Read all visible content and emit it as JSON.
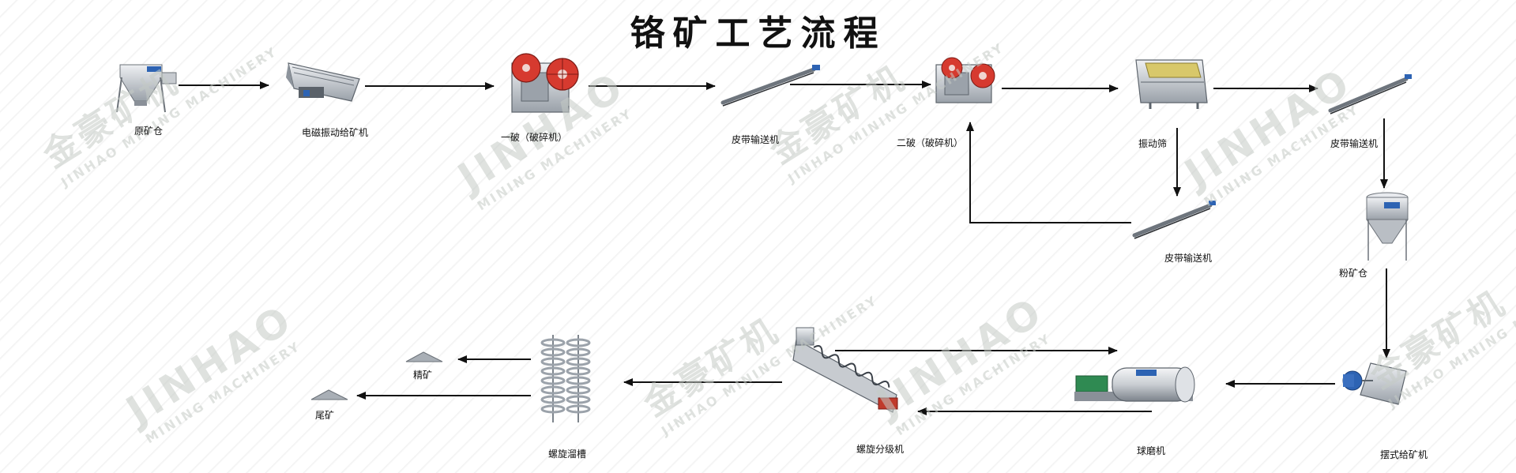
{
  "title": "铬矿工艺流程",
  "watermark": {
    "cn": "金豪矿机",
    "en": "JINHAO",
    "sub_a": "JINHAO MINING MACHINERY",
    "sub_b": "MINING MACHINERY"
  },
  "colors": {
    "arrow": "#111111",
    "equipment_body": "#cfd3d8",
    "equipment_dark": "#7d848c",
    "flywheel": "#d63a2f",
    "accent_blue": "#2d63b3",
    "screen_yellow": "#d8c86a"
  },
  "nodes": {
    "raw_bin": "原矿仓",
    "vibrating_feeder": "电磁振动给矿机",
    "primary_crusher": "一破（破碎机）",
    "belt_1": "皮带输送机",
    "secondary_crusher": "二破（破碎机）",
    "vib_screen": "振动筛",
    "belt_2": "皮带输送机",
    "belt_3": "皮带输送机",
    "powder_bin": "粉矿仓",
    "swing_feeder": "摆式给矿机",
    "ball_mill": "球磨机",
    "spiral_classifier": "螺旋分级机",
    "spiral_chute": "螺旋溜槽",
    "concentrate": "精矿",
    "tailings": "尾矿"
  }
}
